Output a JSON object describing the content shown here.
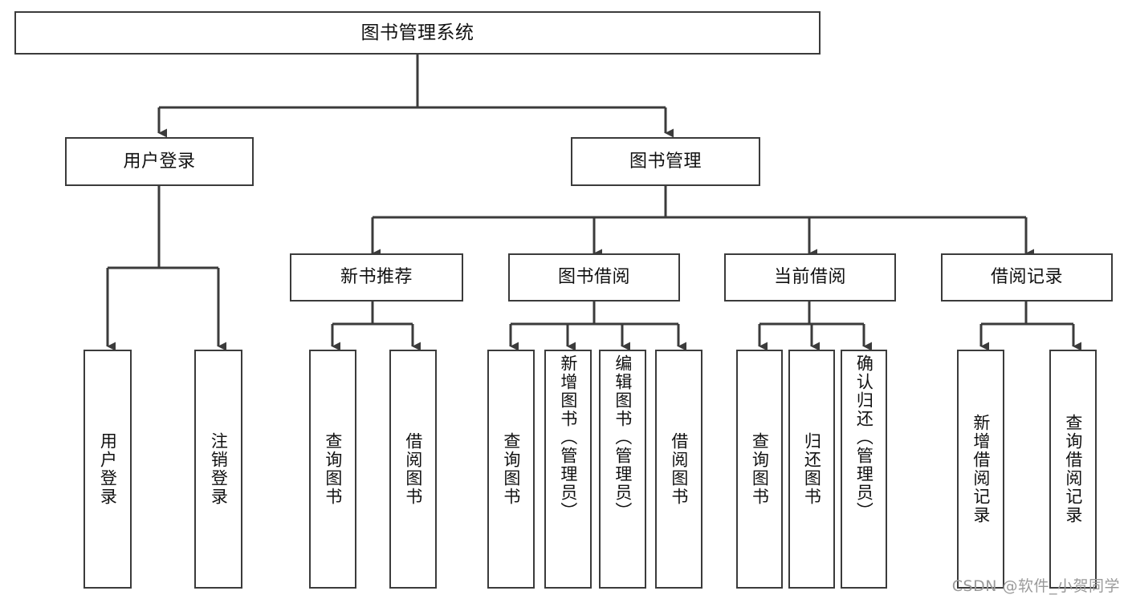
{
  "diagram": {
    "type": "tree",
    "title": "图书管理系统",
    "colors": {
      "stroke": "#3b3b3b",
      "fill": "#ffffff",
      "text": "#111111",
      "watermark": "#9a9a9a"
    },
    "root": {
      "label": "图书管理系统"
    },
    "level1": [
      {
        "label": "用户登录"
      },
      {
        "label": "图书管理"
      }
    ],
    "level2": [
      {
        "label": "新书推荐"
      },
      {
        "label": "图书借阅"
      },
      {
        "label": "当前借阅"
      },
      {
        "label": "借阅记录"
      }
    ],
    "leaves": {
      "user_login": [
        {
          "label": "用户登录"
        },
        {
          "label": "注销登录"
        }
      ],
      "new_book_recommend": [
        {
          "label": "查询图书"
        },
        {
          "label": "借阅图书"
        }
      ],
      "book_borrow": [
        {
          "label": "查询图书"
        },
        {
          "label": "新增图书（管理员）"
        },
        {
          "label": "编辑图书（管理员）"
        },
        {
          "label": "借阅图书"
        }
      ],
      "current_borrow": [
        {
          "label": "查询图书"
        },
        {
          "label": "归还图书"
        },
        {
          "label": "确认归还（管理员）"
        }
      ],
      "borrow_records": [
        {
          "label": "新增借阅记录"
        },
        {
          "label": "查询借阅记录"
        }
      ]
    },
    "watermark": "CSDN @软件_小贺同学"
  }
}
